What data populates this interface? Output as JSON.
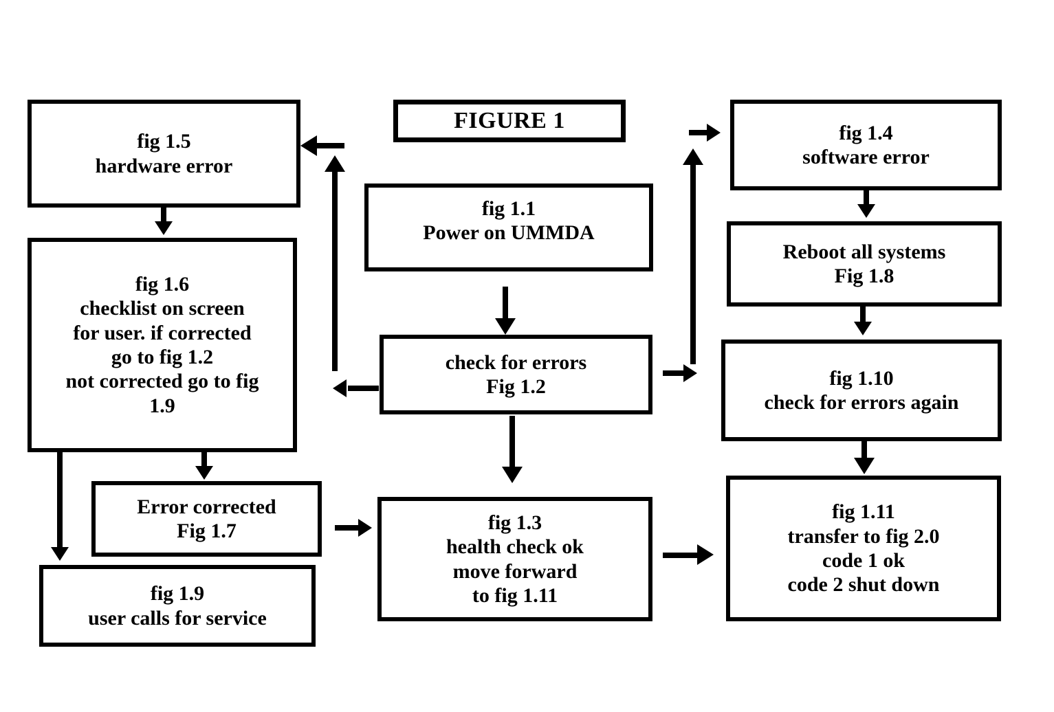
{
  "figure": {
    "title": "FIGURE 1",
    "background_color": "#ffffff",
    "line_color": "#000000",
    "text_color": "#000000"
  },
  "nodes": {
    "fig_1_5": {
      "label": "fig 1.5\nhardware error"
    },
    "fig_1_6": {
      "label": "fig 1.6\nchecklist on screen\nfor user. if corrected\ngo to fig 1.2\nnot corrected go to fig\n1.9"
    },
    "fig_1_7": {
      "label": "Error corrected\nFig 1.7"
    },
    "fig_1_9": {
      "label": "fig 1.9\nuser calls for service"
    },
    "fig_1_1": {
      "label": "fig 1.1\nPower on UMMDA"
    },
    "fig_1_2": {
      "label": "check for errors\nFig 1.2"
    },
    "fig_1_3": {
      "label": "fig 1.3\nhealth check ok\nmove forward\nto fig 1.11"
    },
    "fig_1_4": {
      "label": "fig 1.4\nsoftware error"
    },
    "fig_1_8": {
      "label": "Reboot all systems\nFig 1.8"
    },
    "fig_1_10": {
      "label": "fig 1.10\ncheck for errors again"
    },
    "fig_1_11": {
      "label": "fig 1.11\ntransfer to fig 2.0\ncode 1 ok\ncode 2 shut down"
    }
  },
  "connectors": [
    {
      "name": "fig-1-5-to-fig-1-6",
      "from": "fig 1.5",
      "to": "fig 1.6",
      "direction": "down"
    },
    {
      "name": "fig-1-6-to-fig-1-7",
      "from": "fig 1.6",
      "to": "Error corrected Fig 1.7",
      "direction": "down"
    },
    {
      "name": "fig-1-6-to-fig-1-9",
      "from": "fig 1.6",
      "to": "fig 1.9",
      "direction": "down"
    },
    {
      "name": "fig-1-7-to-fig-1-3",
      "from": "Error corrected Fig 1.7",
      "to": "fig 1.3",
      "direction": "right"
    },
    {
      "name": "fig-1-1-to-fig-1-2",
      "from": "fig 1.1",
      "to": "check for errors Fig 1.2",
      "direction": "down"
    },
    {
      "name": "fig-1-2-to-fig-1-3",
      "from": "check for errors Fig 1.2",
      "to": "fig 1.3",
      "direction": "down"
    },
    {
      "name": "fig-1-2-to-fig-1-6",
      "from": "check for errors Fig 1.2",
      "to": "fig 1.6",
      "direction": "left"
    },
    {
      "name": "fig-1-2-to-fig-1-5-riser",
      "from": "check for errors Fig 1.2",
      "to": "fig 1.5",
      "direction": "up-then-left"
    },
    {
      "name": "fig-1-2-to-fig-1-10",
      "from": "check for errors Fig 1.2",
      "to": "fig 1.10",
      "direction": "right"
    },
    {
      "name": "fig-1-2-to-fig-1-4-riser",
      "from": "check for errors Fig 1.2",
      "to": "fig 1.4",
      "direction": "up-then-right"
    },
    {
      "name": "fig-1-4-to-fig-1-8",
      "from": "fig 1.4",
      "to": "Reboot all systems Fig 1.8",
      "direction": "down"
    },
    {
      "name": "fig-1-8-to-fig-1-10",
      "from": "Reboot all systems Fig 1.8",
      "to": "fig 1.10",
      "direction": "down"
    },
    {
      "name": "fig-1-10-to-fig-1-11",
      "from": "fig 1.10",
      "to": "fig 1.11",
      "direction": "down"
    },
    {
      "name": "fig-1-3-to-fig-1-11",
      "from": "fig 1.3",
      "to": "fig 1.11",
      "direction": "right"
    }
  ]
}
